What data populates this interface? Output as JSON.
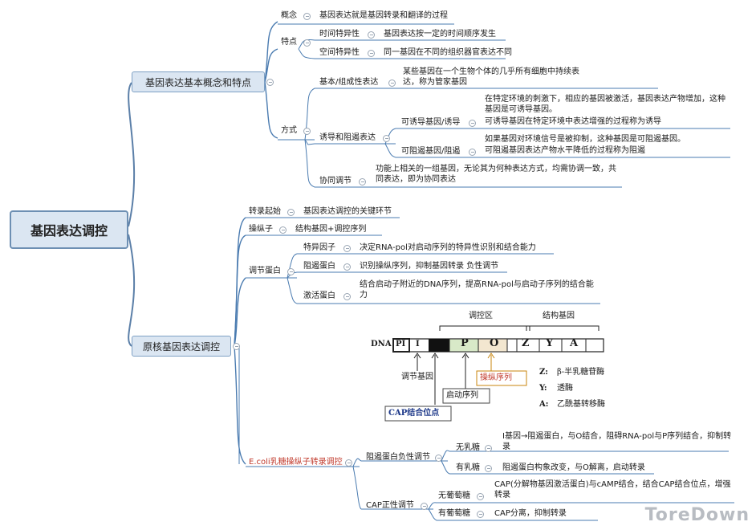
{
  "mindmap": {
    "root": "基因表达调控",
    "branch1": {
      "label": "基因表达基本概念和特点",
      "concept": {
        "label": "概念",
        "text": "基因表达就是基因转录和翻译的过程"
      },
      "feature": {
        "label": "特点",
        "time": {
          "label": "时间特异性",
          "text": "基因表达按一定的时间顺序发生"
        },
        "space": {
          "label": "空间特异性",
          "text": "同一基因在不同的组织器官表达不同"
        }
      },
      "mode": {
        "label": "方式",
        "basic": {
          "label": "基本/组成性表达",
          "text": "某些基因在一个生物个体的几乎所有细胞中持续表达，称为管家基因"
        },
        "induce": {
          "label": "诱导和阻遏表达",
          "inducible": {
            "label": "可诱导基因/诱导",
            "text1": "在特定环境的刺激下，相应的基因被激活，基因表达产物增加，这种基因是可诱导基因。",
            "text2": "可诱导基因在特定环境中表达增强的过程称为诱导"
          },
          "repressible": {
            "label": "可阻遏基因/阻遏",
            "text1": "如果基因对环境信号是被抑制，这种基因是可阻遏基因。",
            "text2": "可阻遏基因表达产物水平降低的过程称为阻遏"
          }
        },
        "coord": {
          "label": "协同调节",
          "text": "功能上相关的一组基因，无论其为何种表达方式，均需协调一致，共同表达，即为协同表达"
        }
      }
    },
    "branch2": {
      "label": "原核基因表达调控",
      "start": {
        "label": "转录起始",
        "text": "基因表达调控的关键环节"
      },
      "operon": {
        "label": "操纵子",
        "text": "结构基因+调控序列"
      },
      "regulator": {
        "label": "调节蛋白",
        "sigma": {
          "label": "特异因子",
          "text": "决定RNA-pol对启动序列的特异性识别和结合能力"
        },
        "repressor": {
          "label": "阻遏蛋白",
          "text": "识别操纵序列，抑制基因转录 负性调节"
        },
        "activator": {
          "label": "激活蛋白",
          "text": "结合启动子附近的DNA序列，提高RNA-pol与启动子序列的结合能力"
        }
      },
      "diagram": {
        "dna": "DNA",
        "regions": [
          "PI",
          "I",
          "P",
          "O",
          "Z",
          "Y",
          "A"
        ],
        "control_region": "调控区",
        "structural_genes": "结构基因",
        "regulatory_gene": "调节基因",
        "operator": "操纵序列",
        "promoter": "启动序列",
        "cap_site": "CAP结合位点",
        "legend": [
          {
            "key": "Z:",
            "value": "β-半乳糖苷酶"
          },
          {
            "key": "Y:",
            "value": "透酶"
          },
          {
            "key": "A:",
            "value": "乙酰基转移酶"
          }
        ]
      },
      "ecoli": {
        "label": "E.coli乳糖操纵子转录调控",
        "neg": {
          "label": "阻遏蛋白负性调节",
          "nolac": {
            "label": "无乳糖",
            "text": "I基因→阻遏蛋白，与O结合，阻碍RNA-pol与P序列结合，抑制转录"
          },
          "lac": {
            "label": "有乳糖",
            "text": "阻遏蛋白构象改变，与O解离，启动转录"
          }
        },
        "pos": {
          "label": "CAP正性调节",
          "noglc": {
            "label": "无葡萄糖",
            "text": "CAP(分解物基因激活蛋白)与cAMP结合，结合CAP结合位点，增强转录"
          },
          "glc": {
            "label": "有葡萄糖",
            "text": "CAP分离，抑制转录"
          }
        }
      }
    },
    "watermark": "ToreDown"
  }
}
